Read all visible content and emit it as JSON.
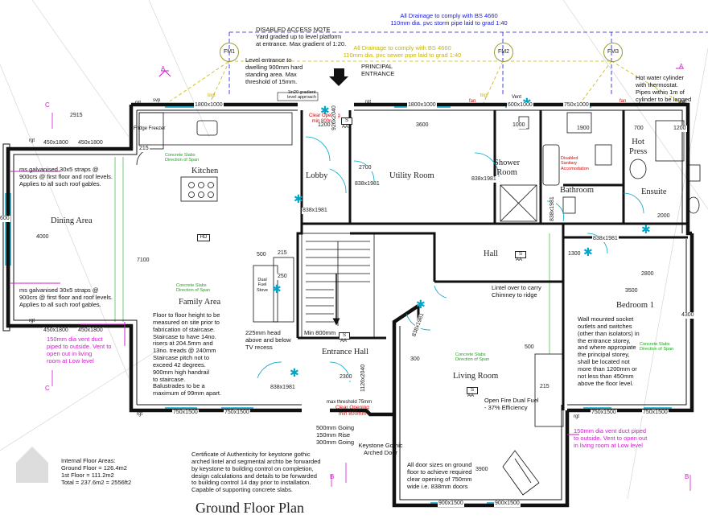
{
  "title": "Ground Floor Plan",
  "drainage": {
    "storm": "All Drainage to comply with BS 4660\n110mm dia. pvc storm pipe laid to grad 1:40",
    "sewer": "All Drainage to comply with BS 4660\n110mm dia. pvc sewer pipe laid to grad 1:40"
  },
  "access_note": "DISABLED ACCESS NOTE\nYard graded up to level platform\nat entrance. Max gradient of 1:20.",
  "level_entrance": "Level entrance to\ndwelling 900mm hard\nstanding area. Max\nthreshold of 15mm.",
  "principal_entrance": "PRINCIPAL\nENTRANCE",
  "gradient_note": "1in20 gradient\nlevel approach",
  "hot_water": "Hot water cylinder\nwith thermostat.\nPipes within 1m of\ncylinder to be lagged",
  "manholes": [
    "FM1",
    "FM2",
    "FM3"
  ],
  "rooms": {
    "kitchen": "Kitchen",
    "dining": "Dining Area",
    "family": "Family Area",
    "lobby": "Lobby",
    "utility": "Utility Room",
    "shower": "Shower\nRoom",
    "bathroom": "Bathroom",
    "hotpress": "Hot\nPress",
    "ensuite": "Ensuite",
    "hall": "Hall",
    "bedroom": "Bedroom 1",
    "entrance_hall": "Entrance Hall",
    "living": "Living Room",
    "fridge": "Fridge Freezer",
    "dual_fuel": "Dual\nFuel\nStove"
  },
  "notes": {
    "straps_top": "ms galvanised 30x5 straps @\n900crs @ first floor and roof levels.\nApplies to all such roof gables.",
    "straps_bottom": "ms galvanised 30x5 straps @\n900crs @ first floor and roof levels.\nApplies to all such roof gables.",
    "floor_height": "Floor to floor height to be\nmeasured on site prior to\nfabrication of staircase.\nStaircase to have 14no.\nrisers at 204.5mm and\n13no. treads @ 240mm\nStaircase pitch not to\nexceed 42 degrees.\n900mm high handrail\nto staircase.\nBalustrades to be a\nmaximum of 99mm apart.",
    "vent_left": "150mm dia vent duct\npiped to outside. Vent to\nopen out in living\nroom at Low level",
    "vent_right": "150mm dia vent duct piped\nto outside. Vent to open out\nin living room at Low level",
    "head_225": "225mm head\nabove and below\nTV recess",
    "lintel": "Lintel over to carry\nChimney to ridge",
    "sockets": "Wall mounted socket\noutlets and switches\n(other than isolators) in\nthe entrance storey,\nand where appropiate\nthe principal storey,\nshall be located not\nmore than 1200mm or\nnot less than 450mm\nabove the floor level.",
    "open_fire": "Open Fire Dual Fuel\n- 37% Efficiency",
    "doors": "All door sizes on ground\nfloor to achieve required\nclear opening of 750mm\nwide i.e. 838mm doors",
    "certificate": "Certificate of Authenticity for keystone gothic\narched lintel and segmental archto be forwarded\nby keystone to building control on completion,\ndesign calculations and details to be forwarded\nto building control 14 day prior to installation.\nCapable of supporting concrete slabs.",
    "going": "500mm Going\n150mm Rise\n300mm Going",
    "keystone": "Keystone Gothic\nArched Door",
    "threshold": "max threshold 75mm",
    "clear_opening_front": "Clear Opening\nmin 800mm",
    "clear_opening_back": "Clear Opening\nmin 800mm",
    "min_800": "Min 800mm",
    "disabled_sanitary": "Disabled\nSanitary\nAccomodation",
    "slab": "Concrete Slabs\nDirection of Span",
    "areas": "Internal Floor Areas:\nGround Floor = 126.4m2\n1st Floor       = 111.2m2\nTotal             = 237.6m2 = 2556ft2"
  },
  "dims": {
    "w1800a": "1800x1000",
    "w1800b": "1800x1000",
    "w600": "600x1000",
    "w750": "750x1000",
    "w750b1": "750x1500",
    "w750b2": "750x1500",
    "w750c1": "750x1500",
    "w750c2": "750x1500",
    "w900a": "900x1500",
    "w900b": "900x1500",
    "d838_lobby": "838x1981",
    "d838_lobby2": "838x1981",
    "d838_util": "838x1981",
    "d838_shower": "838x1981",
    "d838_bath": "838x1981",
    "d838_bed": "838x1981",
    "d838_hall": "838x1981",
    "d838_ent": "838x1981",
    "d926": "926x2040",
    "d1126": "1126x2040",
    "n2915": "2915",
    "n4000": "4000",
    "n7100": "7100",
    "n1200": "1200",
    "n3600": "3600",
    "n1000": "1000",
    "n1900": "1900",
    "n700": "700",
    "n2000": "2000",
    "n2800": "2800",
    "n3500": "3500",
    "n4300": "4300",
    "n1300": "1300",
    "n2300": "2300",
    "n3900": "3900",
    "n500a": "500",
    "n500b": "500",
    "n300": "300",
    "n215a": "215",
    "n215b": "215",
    "n215c": "215",
    "n2700": "2700",
    "n250": "250",
    "n600": "600",
    "w450a": "450x1800",
    "w450b": "450x1800",
    "w450c": "450x1800",
    "w450d": "450x1800"
  },
  "tags": [
    "rgt",
    "rgt",
    "rgt",
    "rgt",
    "rgt",
    "rgt",
    "rgt",
    "svp",
    "fan",
    "fan",
    "Vent",
    "bigt",
    "bigt"
  ],
  "symbols": {
    "hd": "HD",
    "s": "S",
    "aa": "AA",
    "a": "A",
    "b": "B",
    "c": "C"
  },
  "colors": {
    "wall": "#111111",
    "drain_storm": "#1a1ad6",
    "drain_sewer": "#c9b400",
    "vent": "#d21ad2",
    "door": "#00a6c8",
    "slab": "#1aa81a"
  }
}
